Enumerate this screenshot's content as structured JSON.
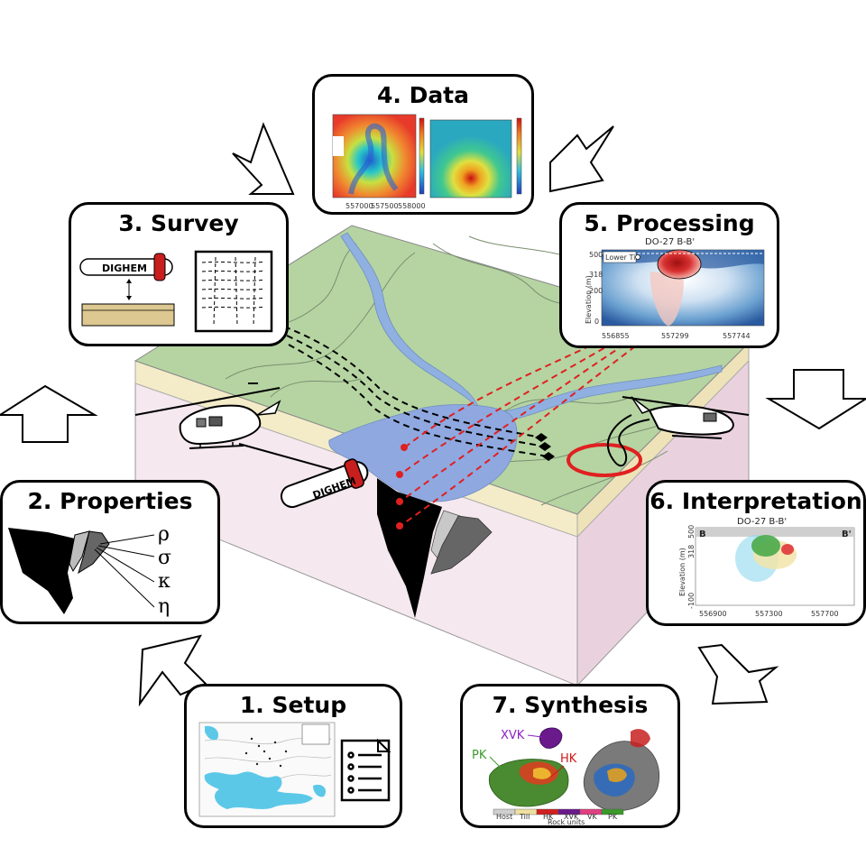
{
  "steps": [
    {
      "number": "1.",
      "name": "Setup",
      "label": "1. Setup"
    },
    {
      "number": "2.",
      "name": "Properties",
      "label": "2. Properties"
    },
    {
      "number": "3.",
      "name": "Survey",
      "label": "3. Survey"
    },
    {
      "number": "4.",
      "name": "Data",
      "label": "4. Data"
    },
    {
      "number": "5.",
      "name": "Processing",
      "label": "5. Processing"
    },
    {
      "number": "6.",
      "name": "Interpretation",
      "label": "6. Interpretation"
    },
    {
      "number": "7.",
      "name": "Synthesis",
      "label": "7. Synthesis"
    }
  ],
  "properties_symbols": [
    "ρ",
    "σ",
    "κ",
    "η"
  ],
  "survey": {
    "sensor_label": "DIGHEM"
  },
  "scene": {
    "sensor_label": "DIGHEM"
  },
  "data_panel": {
    "x_ticks": [
      "557000",
      "557500",
      "558000"
    ]
  },
  "processing": {
    "section_title": "DO-27 B-B'",
    "ylabel": "Elevation (m)",
    "y_ticks": [
      "500",
      "318",
      "200",
      "0"
    ],
    "x_ticks": [
      "556855",
      "557299",
      "557744"
    ],
    "annotation": "Lower Till"
  },
  "interpretation": {
    "section_title": "DO-27 B-B'",
    "left_marker": "B",
    "right_marker": "B'",
    "ylabel": "Elevation (m)",
    "y_ticks": [
      "500",
      "318",
      "-100"
    ],
    "x_ticks": [
      "556900",
      "557300",
      "557700"
    ]
  },
  "synthesis": {
    "labels": {
      "xvk": "XVK",
      "pk": "PK",
      "hk": "HK"
    },
    "legend_title": "Rock units",
    "legend_units": [
      "Host",
      "Till",
      "HK",
      "XVK",
      "VK",
      "PK"
    ]
  },
  "colors": {
    "ground_green": "#b5d4a2",
    "water_blue": "#8fb0e0",
    "soil_tan": "#f4ecc8",
    "block_pink": "#f1e0e8",
    "flight_red": "#e02020",
    "sensor_red": "#c81e1e",
    "xvk_purple": "#8b1fc4",
    "pk_green": "#3a9a2a",
    "hk_red": "#d01818"
  }
}
